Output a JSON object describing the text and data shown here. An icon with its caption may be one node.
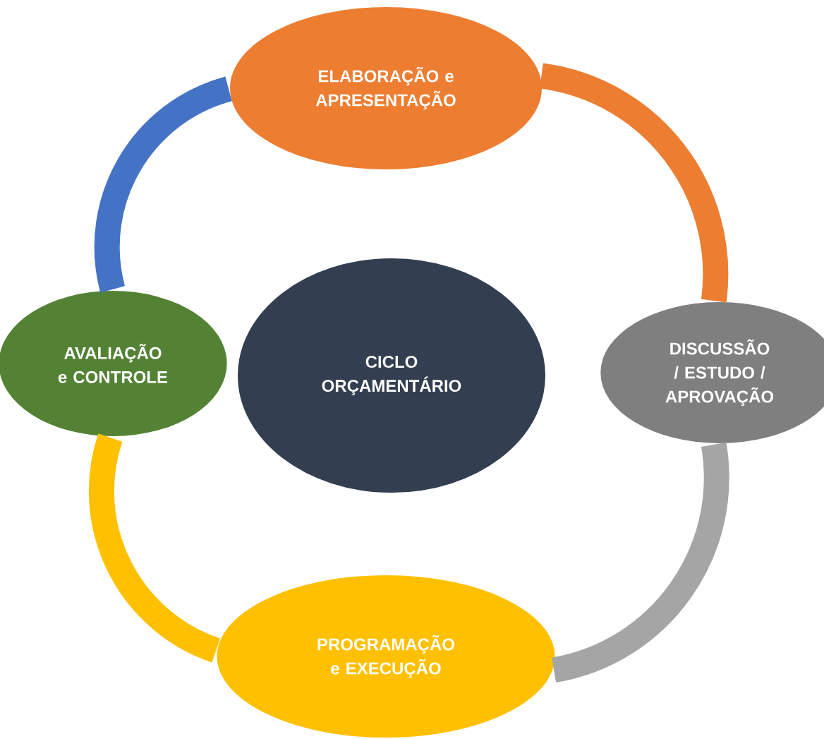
{
  "diagram": {
    "nodes": [
      {
        "text": [
          "ELABORAÇÃO e APRESENTAÇÃO"
        ]
      },
      {
        "text": [
          "AVALIAÇÃO e CONTROLE"
        ]
      },
      {
        "text": [
          "CICLO ORÇAMENTÁRIO"
        ]
      },
      {
        "text": [
          "DISCUSSÃO / ESTUDO / APROVAÇÃO"
        ]
      },
      {
        "text": [
          "PROGRAMAÇÃO e EXECUÇÃO"
        ]
      }
    ],
    "edges": [
      {
        "from": 0,
        "to": 3,
        "arrow": "none",
        "color": "#ed7d31"
      },
      {
        "from": 3,
        "to": 4,
        "arrow": "none",
        "color": "#a5a5a5"
      },
      {
        "from": 4,
        "to": 1,
        "arrow": "none",
        "color": "#ffc000"
      },
      {
        "from": 1,
        "to": 0,
        "arrow": "none",
        "color": "#4472c4"
      }
    ]
  }
}
